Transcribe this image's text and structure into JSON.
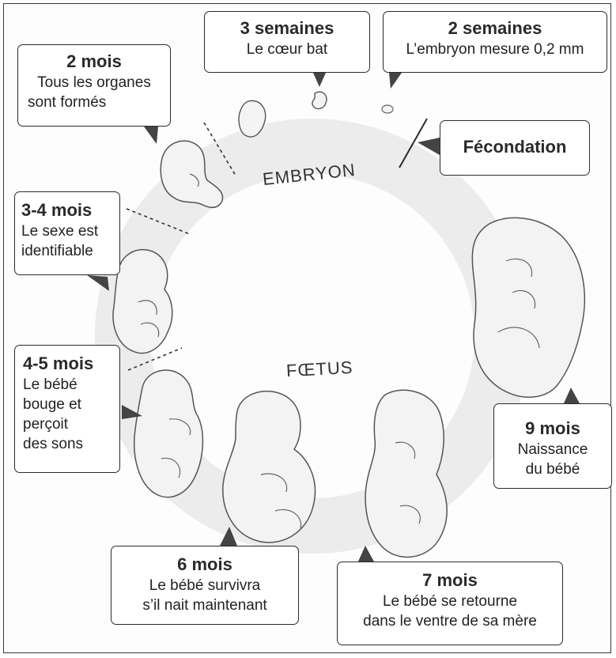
{
  "zones": {
    "embryon": "EMBRYON",
    "foetus": "FŒTUS"
  },
  "stages": {
    "fecondation": {
      "title": "Fécondation"
    },
    "s2": {
      "title": "2 semaines",
      "text": "L’embryon mesure 0,2 mm"
    },
    "s3": {
      "title": "3 semaines",
      "text": "Le cœur bat"
    },
    "m2": {
      "title": "2 mois",
      "line1": "Tous les organes",
      "line2": "sont formés"
    },
    "m34": {
      "title": "3-4 mois",
      "line1": "Le sexe est",
      "line2": "identifiable"
    },
    "m45": {
      "title": "4-5 mois",
      "line1": "Le bébé",
      "line2": "bouge et",
      "line3": "perçoit",
      "line4": "des sons"
    },
    "m6": {
      "title": "6 mois",
      "line1": "Le bébé survivra",
      "line2": "s’il nait maintenant"
    },
    "m7": {
      "title": "7 mois",
      "line1": "Le bébé se retourne",
      "line2": "dans le ventre de sa mère"
    },
    "m9": {
      "title": "9 mois",
      "line1": "Naissance",
      "line2": "du bébé"
    }
  },
  "colors": {
    "ring": "#ececec",
    "skin": "#f3f3f3",
    "outline": "#555555",
    "box_border": "#2b2b2b"
  }
}
